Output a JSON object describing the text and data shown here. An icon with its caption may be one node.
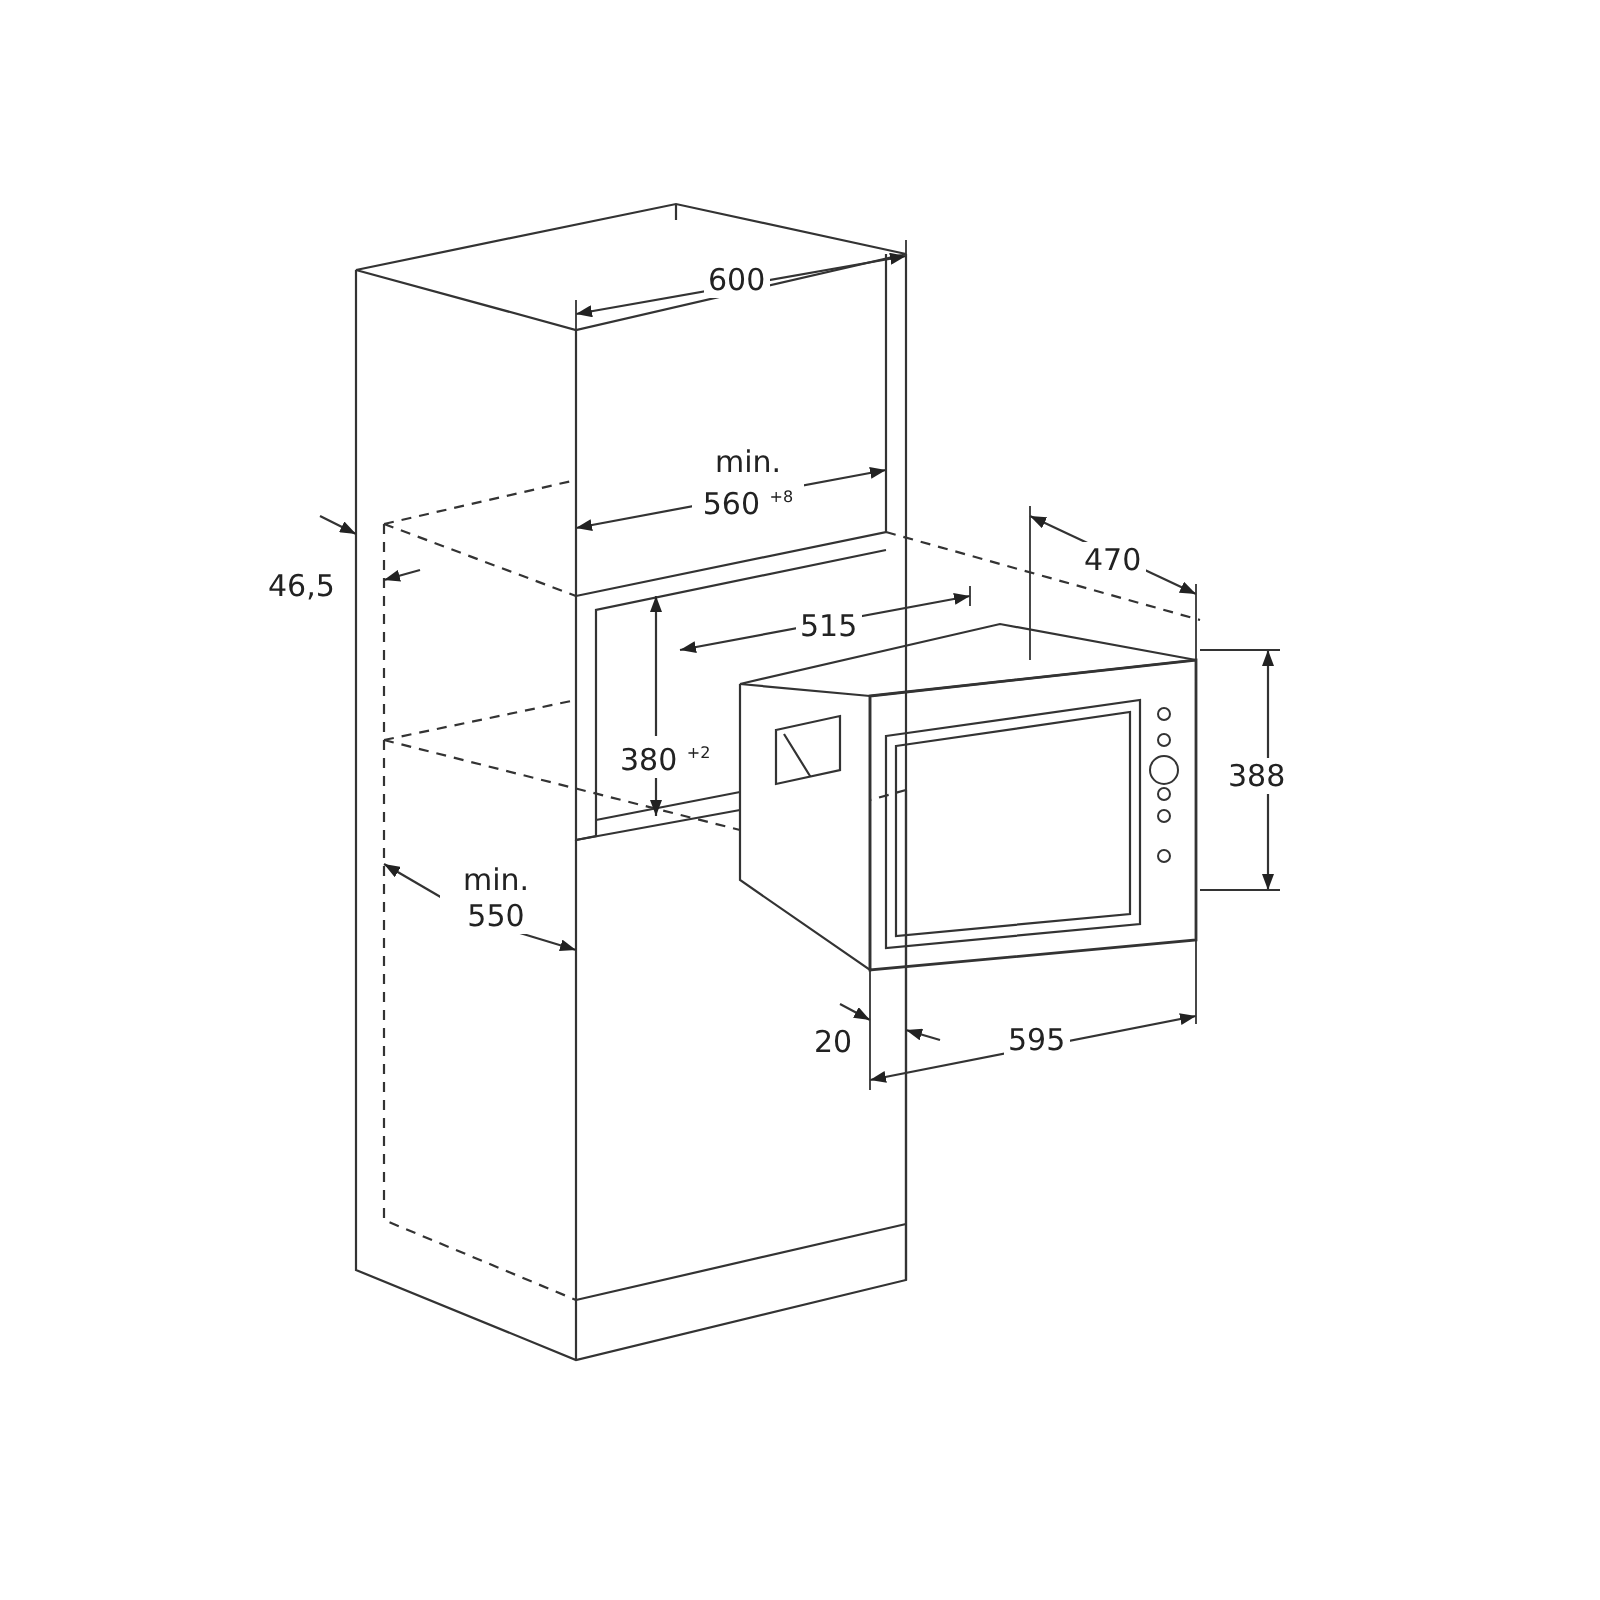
{
  "diagram": {
    "labels": [
      "600",
      "min. 560 $^{+8}$",
      "470",
      "515",
      "46,5",
      "388",
      "380 $^{+2}$",
      "min. 550",
      "20",
      "595"
    ]
  }
}
